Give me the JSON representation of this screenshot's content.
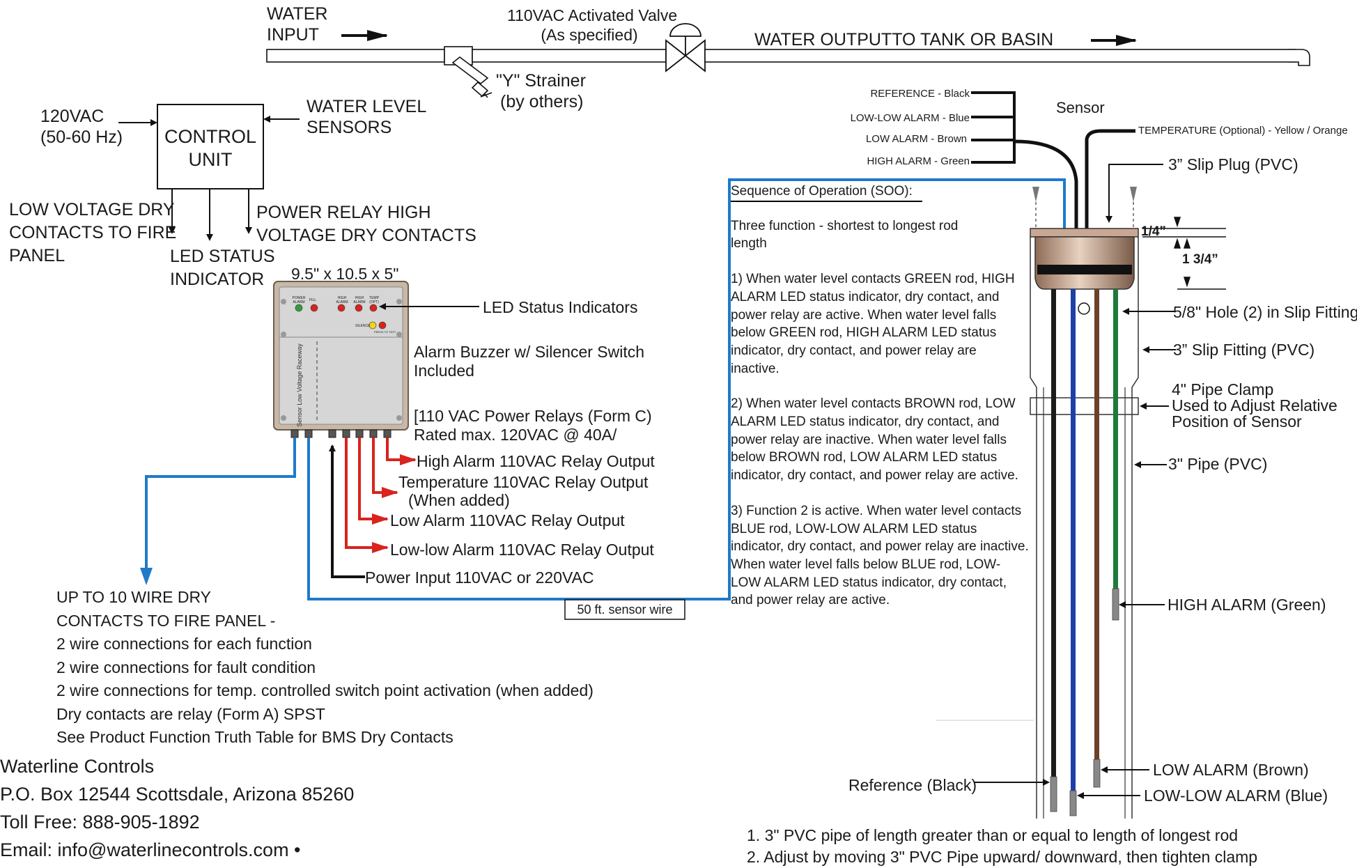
{
  "pipeline": {
    "water_input": [
      "WATER",
      "INPUT"
    ],
    "valve": [
      "110VAC Activated Valve",
      "(As specified)"
    ],
    "water_output": "WATER OUTPUTTO TANK OR BASIN",
    "strainer": [
      "\"Y\" Strainer",
      "(by others)"
    ]
  },
  "control_unit": {
    "title": [
      "CONTROL",
      "UNIT"
    ],
    "power_in": [
      "120VAC",
      "(50-60 Hz)"
    ],
    "sensors_in": [
      "WATER LEVEL",
      "SENSORS"
    ],
    "out_low_voltage": [
      "LOW VOLTAGE DRY",
      "CONTACTS TO FIRE",
      "PANEL"
    ],
    "out_led": [
      "LED STATUS",
      "INDICATOR"
    ],
    "out_power_relay": [
      "POWER RELAY HIGH",
      "VOLTAGE DRY CONTACTS"
    ]
  },
  "enclosure": {
    "dimensions": "9.5\" x 10.5 x 5\"",
    "raceway_label": "Sensor Low Voltage Raceway",
    "led_labels": [
      "POWER ALARM",
      "FILL",
      "HIGH ALARM",
      "HIGH ALARM",
      "TEMP (OPT)"
    ],
    "buzzer_label": "SILENCE",
    "press_label": "PRESS TO TEST",
    "led_colors": {
      "green": "#2e9e3e",
      "red": "#d9231d",
      "yellow": "#f2d21c"
    },
    "callouts": {
      "led_status": "LED Status Indicators",
      "buzzer": [
        "Alarm Buzzer w/ Silencer Switch",
        "Included"
      ],
      "relays": [
        "[110 VAC Power Relays (Form C)",
        "Rated max. 120VAC @ 40A/"
      ],
      "high_alarm_out": "High Alarm 110VAC Relay Output",
      "temp_out": [
        "Temperature 110VAC Relay Output",
        "(When added)"
      ],
      "low_alarm_out": "Low Alarm 110VAC Relay Output",
      "lowlow_out": "Low-low Alarm 110VAC Relay Output",
      "power_in": "Power Input 110VAC or 220VAC",
      "sensor_wire": "50 ft. sensor wire"
    }
  },
  "dry_contacts": [
    "UP TO 10 WIRE DRY",
    "CONTACTS TO FIRE PANEL -",
    "2 wire connections for each function",
    "2 wire connections for fault condition",
    "2 wire connections for temp. controlled switch point activation (when added)",
    "Dry contacts are relay (Form A) SPST",
    "See Product Function Truth Table for BMS Dry Contacts"
  ],
  "company": [
    "Waterline Controls",
    "P.O. Box 12544  Scottsdale, Arizona  85260",
    "Toll Free: 888-905-1892",
    "Email:  info@waterlinecontrols.com •"
  ],
  "soo": {
    "heading": "Sequence of Operation (SOO):",
    "paragraphs": [
      "Three function - shortest to longest rod length",
      "1)  When water level contacts GREEN rod, HIGH ALARM LED status indicator, dry contact, and power relay are active.  When water level falls below GREEN rod, HIGH ALARM LED status indicator, dry contact, and power relay are inactive.",
      "2)  When water level contacts BROWN rod, LOW ALARM LED status indicator, dry contact, and power relay are inactive.  When water level falls below BROWN rod, LOW ALARM LED status indicator, dry contact, and power relay are active.",
      "3)  Function 2 is active.  When water level contacts BLUE rod, LOW-LOW ALARM LED status indicator, dry contact, and power relay are inactive.  When water level falls below BLUE rod, LOW-LOW ALARM LED status indicator, dry contact, and power relay are active."
    ]
  },
  "sensor": {
    "title": "Sensor",
    "wires": [
      "REFERENCE - Black",
      "LOW-LOW ALARM - Blue",
      "LOW ALARM - Brown",
      "HIGH ALARM - Green"
    ],
    "temperature": "TEMPERATURE (Optional) - Yellow / Orange",
    "slip_plug": "3” Slip Plug (PVC)",
    "dim_quarter": "1/4”",
    "dim_134": "1 3/4”",
    "hole": "5/8\" Hole (2) in Slip Fitting",
    "slip_fitting": "3” Slip Fitting (PVC)",
    "clamp": [
      "4\" Pipe Clamp",
      "Used to Adjust Relative",
      "Position of Sensor"
    ],
    "pipe": "3\" Pipe (PVC)",
    "high_alarm_rod": "HIGH ALARM (Green)",
    "low_alarm_rod": "LOW ALARM (Brown)",
    "lowlow_rod": "LOW-LOW ALARM (Blue)",
    "reference_rod": "Reference (Black)",
    "rod_colors": {
      "black": "#1b1b1b",
      "blue": "#1f3fa6",
      "brown": "#6b4226",
      "green": "#1f7a3a"
    }
  },
  "notes": [
    "1. 3\" PVC pipe of length greater than or equal to length of longest rod",
    "2. Adjust by moving 3\" PVC Pipe upward/ downward, then tighten clamp"
  ]
}
